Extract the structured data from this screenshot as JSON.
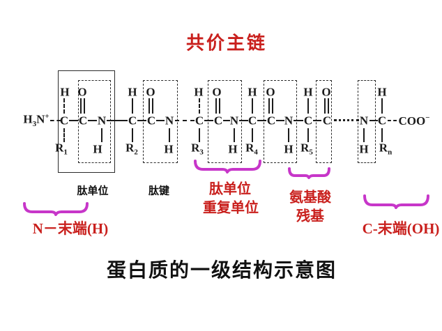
{
  "title": "共价主链",
  "caption": "蛋白质的一级结构示意图",
  "chain": {
    "amino": {
      "h": "H",
      "three": "3",
      "n": "N",
      "plus": "+"
    },
    "top": [
      "C",
      "C",
      "N",
      "C",
      "C",
      "N",
      "C",
      "C",
      "N",
      "C",
      "C",
      "N",
      "C",
      "C",
      "N",
      "C"
    ],
    "above": [
      "H",
      "O",
      "H",
      "O",
      "H",
      "O",
      "H",
      "O",
      "H",
      "O",
      "H"
    ],
    "below": [
      {
        "base": "R",
        "sub": "1"
      },
      {
        "base": "H",
        "sub": ""
      },
      {
        "base": "R",
        "sub": "2"
      },
      {
        "base": "H",
        "sub": ""
      },
      {
        "base": "R",
        "sub": "3"
      },
      {
        "base": "H",
        "sub": ""
      },
      {
        "base": "R",
        "sub": "4"
      },
      {
        "base": "H",
        "sub": ""
      },
      {
        "base": "R",
        "sub": "5"
      },
      {
        "base": "H",
        "sub": ""
      },
      {
        "base": "R",
        "sub": "n"
      }
    ],
    "carboxyl": {
      "base": "COO",
      "minus": "−"
    }
  },
  "annotations": {
    "peptide_unit": "肽单位",
    "peptide_bond": "肽键",
    "repeat_unit_line1": "肽单位",
    "repeat_unit_line2": "重复单位",
    "residue_line1": "氨基酸",
    "residue_line2": "残基",
    "n_terminus": "N－末端(H)",
    "c_terminus": "C-末端(OH)"
  },
  "colors": {
    "red": "#c9201d",
    "magenta": "#c736c9",
    "ink": "#1c1c1c"
  }
}
